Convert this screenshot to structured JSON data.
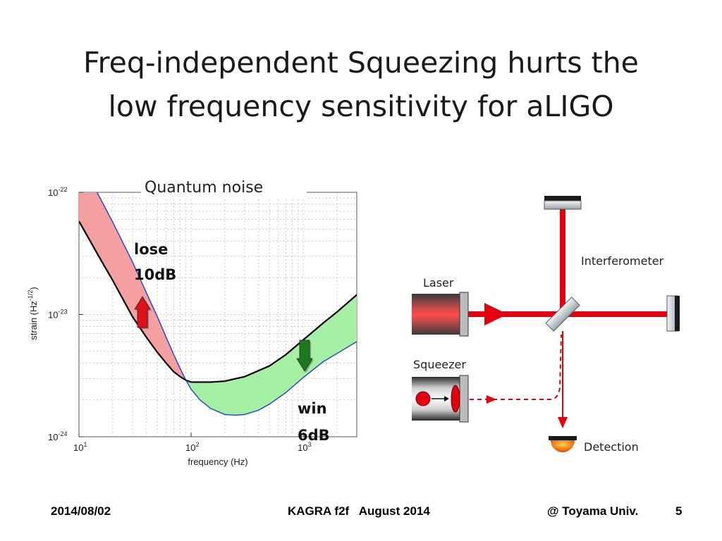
{
  "slide": {
    "title_line1": "Freq-independent Squeezing hurts the",
    "title_line2": "low frequency sensitivity for aLIGO",
    "footer_date": "2014/08/02",
    "footer_event": "KAGRA f2f   August 2014",
    "footer_affiliation": "@ Toyama Univ.",
    "page_number": "5"
  },
  "chart_data": {
    "type": "line",
    "title": "Quantum noise",
    "xlabel": "frequency (Hz)",
    "ylabel": "strain (Hz",
    "ylabel_exponent": "-1/2",
    "ylabel_close": ")",
    "x_scale": "log",
    "y_scale": "log",
    "xlim": [
      10,
      3000
    ],
    "ylim": [
      1e-24,
      1e-22
    ],
    "grid": true,
    "x_ticks": [
      {
        "value": 10,
        "base": "10",
        "exp": "1"
      },
      {
        "value": 100,
        "base": "10",
        "exp": "2"
      },
      {
        "value": 1000,
        "base": "10",
        "exp": "3"
      }
    ],
    "y_ticks": [
      {
        "value": 1e-22,
        "base": "10",
        "exp": "-22"
      },
      {
        "value": 1e-23,
        "base": "10",
        "exp": "-23"
      },
      {
        "value": 1e-24,
        "base": "10",
        "exp": "-24"
      }
    ],
    "series": [
      {
        "color": "#000000",
        "x": [
          10,
          15,
          20,
          30,
          40,
          50,
          60,
          70,
          80,
          90,
          100,
          150,
          200,
          300,
          500,
          700,
          1000,
          1500,
          2000,
          3000
        ],
        "y": [
          5.8e-23,
          3e-23,
          1.9e-23,
          9.6e-24,
          6.5e-24,
          4.9e-24,
          4e-24,
          3.4e-24,
          3.1e-24,
          2.9e-24,
          2.8e-24,
          2.8e-24,
          2.85e-24,
          3.1e-24,
          3.8e-24,
          4.7e-24,
          6.2e-24,
          8.5e-24,
          1.05e-23,
          1.45e-23
        ]
      },
      {
        "color": "#1f3fd0",
        "x": [
          14.5,
          20,
          30,
          40,
          50,
          60,
          70,
          80,
          90,
          100,
          120,
          150,
          200,
          250,
          300,
          400,
          500,
          700,
          1000,
          1500,
          2000,
          3000
        ],
        "y": [
          1e-22,
          5.7e-23,
          2.7e-23,
          1.5e-23,
          9.6e-24,
          6.5e-24,
          4.7e-24,
          3.6e-24,
          2.9e-24,
          2.45e-24,
          2e-24,
          1.7e-24,
          1.52e-24,
          1.5e-24,
          1.52e-24,
          1.65e-24,
          1.85e-24,
          2.3e-24,
          3.05e-24,
          4.1e-24,
          4.8e-24,
          6e-24
        ]
      }
    ],
    "fill_colors": {
      "lose": "#f4a0a0",
      "win": "#a6f0a6"
    },
    "annotations": [
      {
        "text_line1": "lose",
        "text_line2": "10dB",
        "arrow": "up",
        "arrow_color": "#e0101a"
      },
      {
        "text_line1": "win",
        "text_line2": "6dB",
        "arrow": "down",
        "arrow_color": "#1c7a1c"
      }
    ]
  },
  "diagram": {
    "interferometer_label": "Interferometer",
    "laser_label": "Laser",
    "squeezer_label": "Squeezer",
    "detection_label": "Detection",
    "beam_color": "#e3000f",
    "mirror_icon": "mirror-icon",
    "beamsplitter_icon": "beamsplitter-icon",
    "photodetector_icon": "photodetector-icon"
  }
}
